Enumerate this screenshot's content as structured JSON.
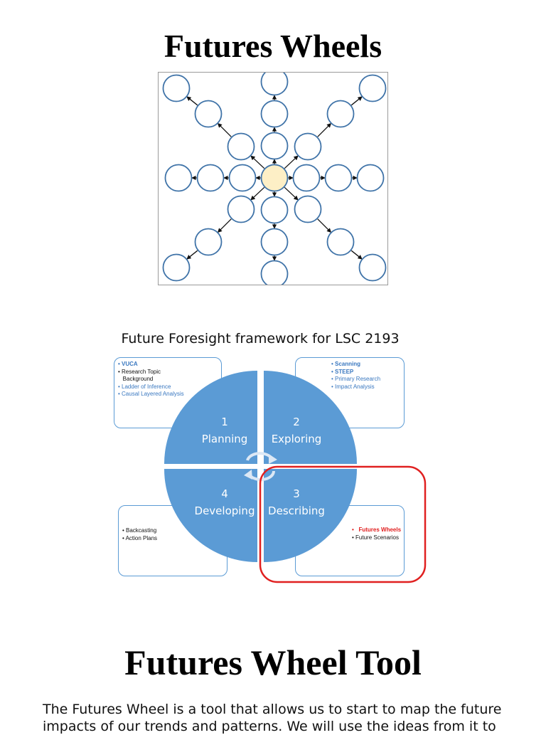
{
  "page": {
    "title": "Futures Wheels",
    "section_title": "Futures Wheel Tool",
    "paragraph": "The Futures Wheel is a tool that allows us to start to map the future impacts of our trends and patterns.  We will use the ideas from it to"
  },
  "framework": {
    "caption": "Future Foresight framework for LSC 2193",
    "quadrants": [
      {
        "number": "1",
        "label": "Planning"
      },
      {
        "number": "2",
        "label": "Exploring"
      },
      {
        "number": "3",
        "label": "Describing"
      },
      {
        "number": "4",
        "label": "Developing"
      }
    ],
    "planning_items": [
      "• VUCA",
      "• Research Topic\n   Background",
      "• Ladder of Inference",
      "• Causal Layered Analysis"
    ],
    "exploring_items": [
      "• Scanning",
      "• STEEP",
      "• Primary Research",
      "• Impact Analysis"
    ],
    "describing_items": [
      "•   Futures Wheels",
      "• Future Scenarios"
    ],
    "developing_items": [
      "• Backcasting",
      "• Action Plans"
    ],
    "colors": {
      "quadrant_blue": "#5b9bd5",
      "highlight_red": "#e02020",
      "link_blue": "#3a78c0",
      "wheel_center": "#fdefc6"
    }
  }
}
